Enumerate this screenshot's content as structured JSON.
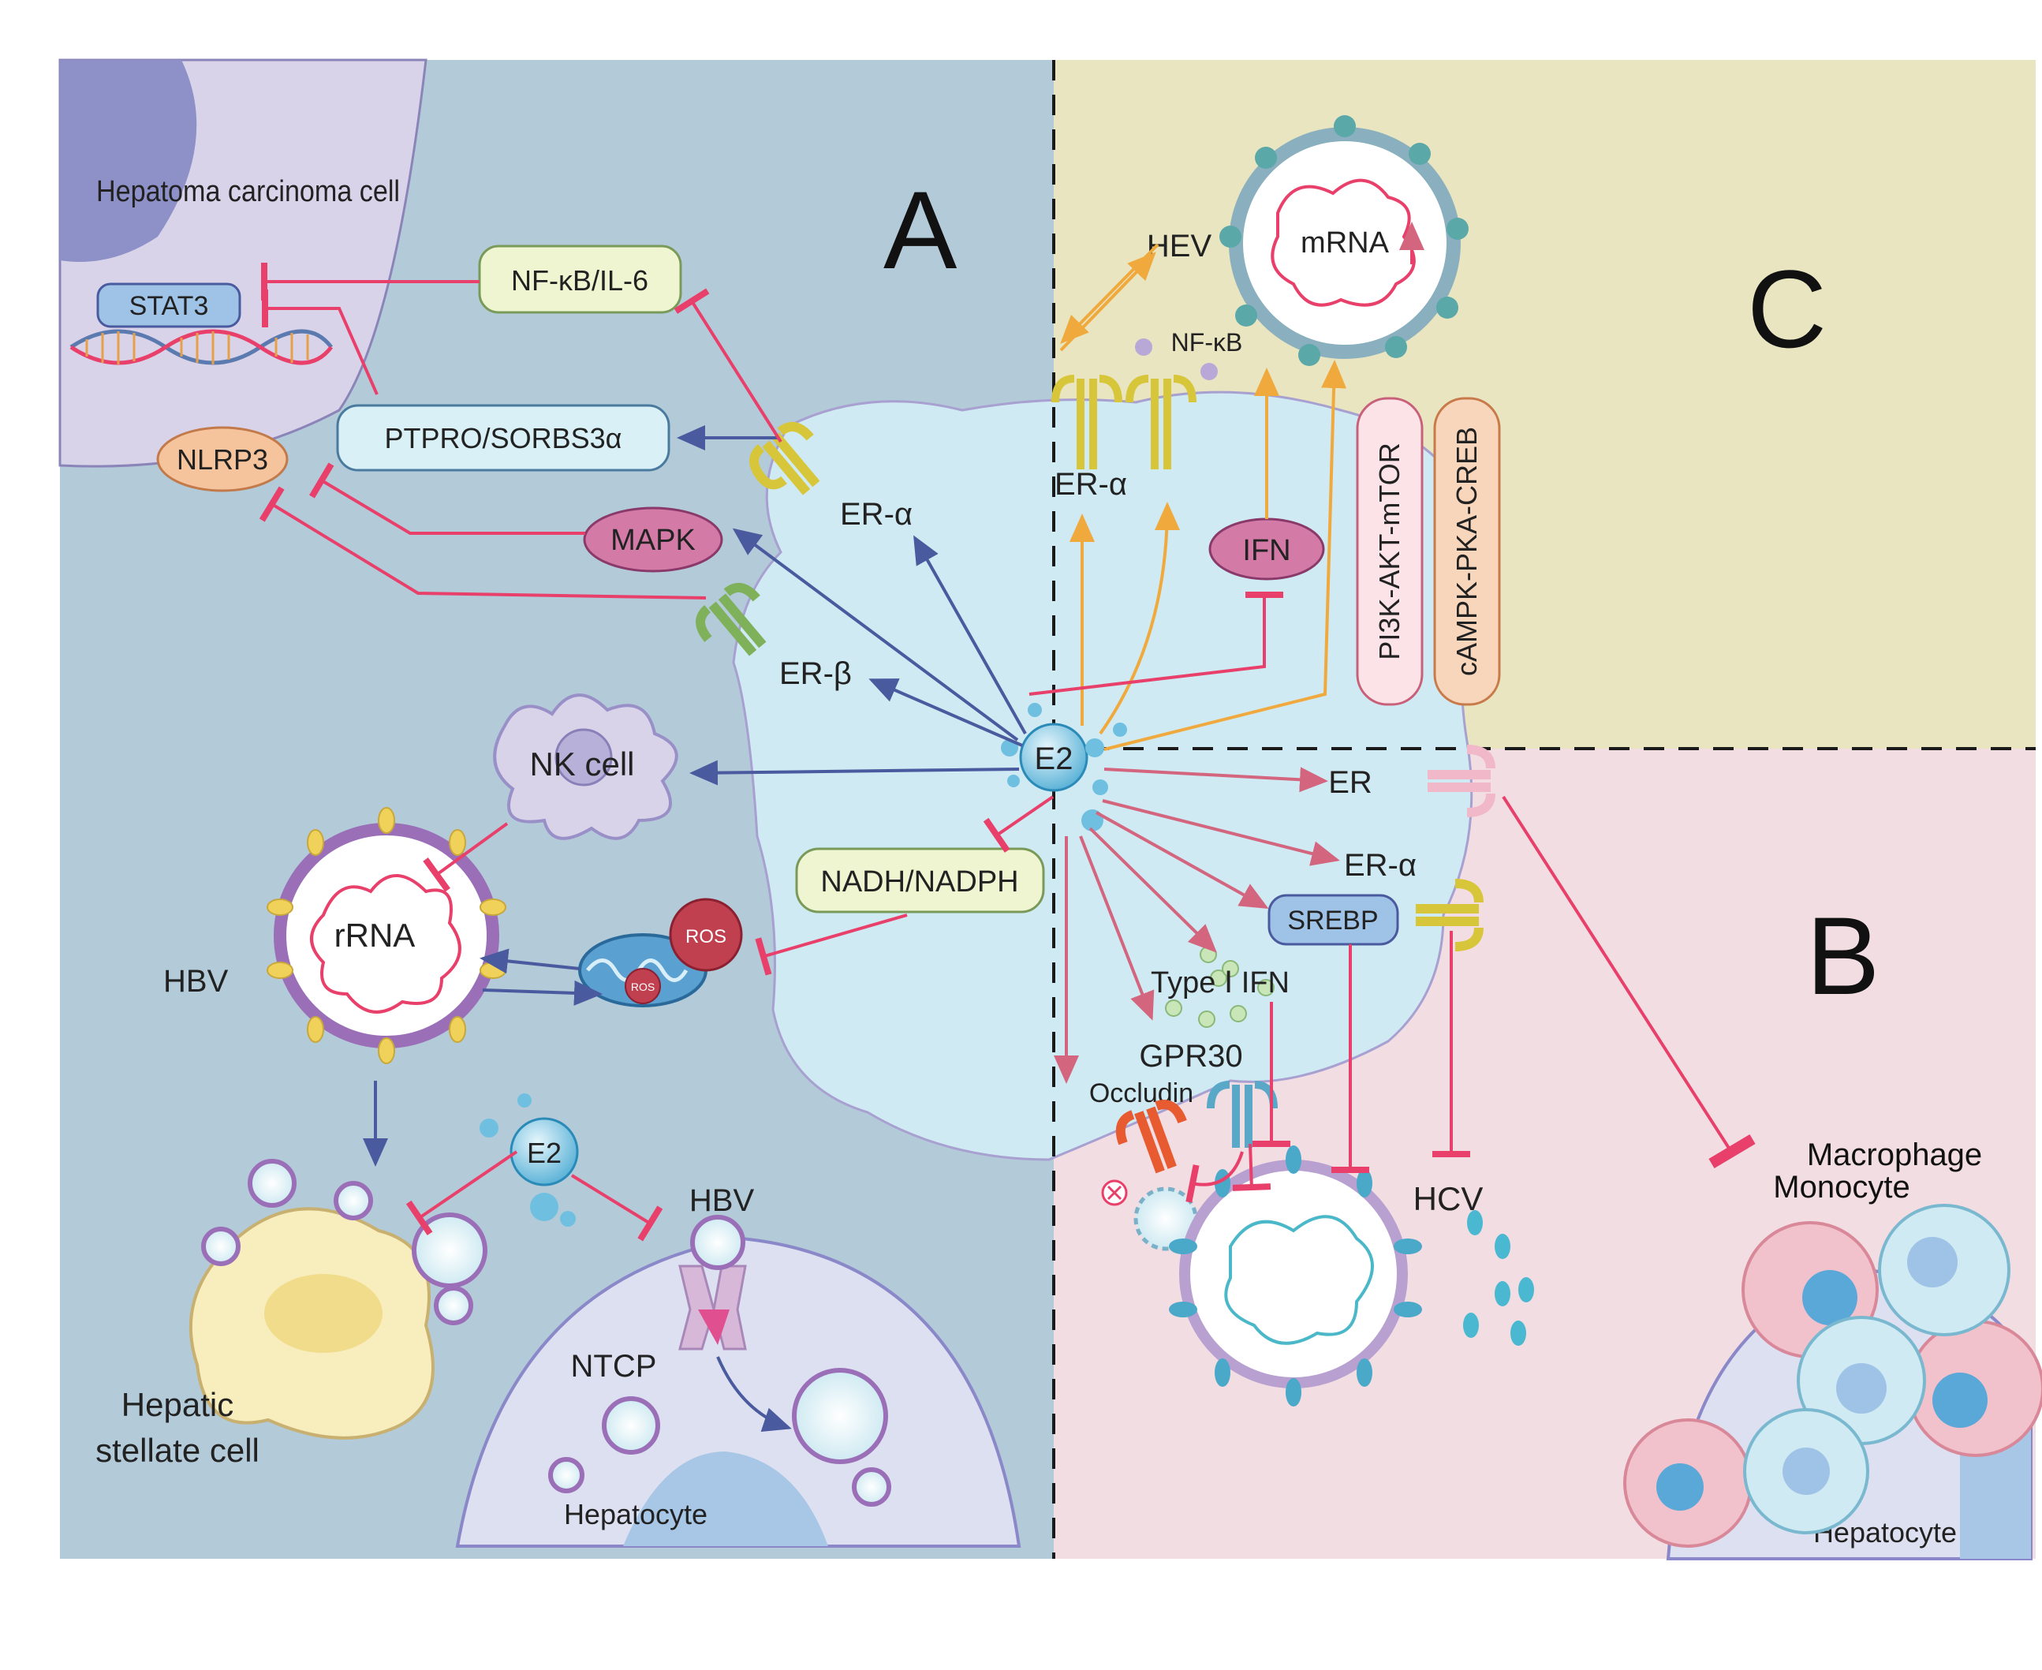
{
  "panels": {
    "a": "A",
    "b": "B",
    "c": "C"
  },
  "labels": {
    "hepatoma_cell": "Hepatoma carcinoma cell",
    "stat3": "STAT3",
    "nfkb_il6": "NF-κB/IL-6",
    "ptpro": "PTPRO/SORBS3α",
    "nlrp3": "NLRP3",
    "mapk": "MAPK",
    "er_alpha_a": "ER-α",
    "er_beta": "ER-β",
    "nk_cell": "NK cell",
    "e2_center": "E2",
    "nadh": "NADH/NADPH",
    "rrna": "rRNA",
    "hbv_left": "HBV",
    "ros_big": "ROS",
    "ros_small": "ROS",
    "e2_lower": "E2",
    "hbv_lower": "HBV",
    "ntcp": "NTCP",
    "hepatocyte_a": "Hepatocyte",
    "hepatic_stellate_1": "Hepatic",
    "hepatic_stellate_2": "stellate cell",
    "hev": "HEV",
    "mrna": "mRNA",
    "nfkb_c": "NF-κB",
    "er_alpha_c": "ER-α",
    "ifn": "IFN",
    "pi3k": "PI3K-AKT-mTOR",
    "camp": "cAMPK-PKA-CREB",
    "er_b": "ER",
    "er_alpha_b": "ER-α",
    "srebp": "SREBP",
    "type_ifn": "Type Ⅰ IFN",
    "gpr30": "GPR30",
    "occludin": "Occludin",
    "hcv": "HCV",
    "macrophage": "Macrophage",
    "monocyte": "Monocyte",
    "hepatocyte_b": "Hepatocyte"
  },
  "colors": {
    "panel_a_bg": "#b3cad9",
    "panel_c_bg": "#e8e5c0",
    "panel_b_bg": "#f2dde3",
    "inhibit": "#e8406a",
    "activate_blue": "#4a5a9e",
    "activate_orange": "#f0a93c",
    "activate_pink": "#d4657e",
    "cell_fill": "#cfeaf2"
  }
}
